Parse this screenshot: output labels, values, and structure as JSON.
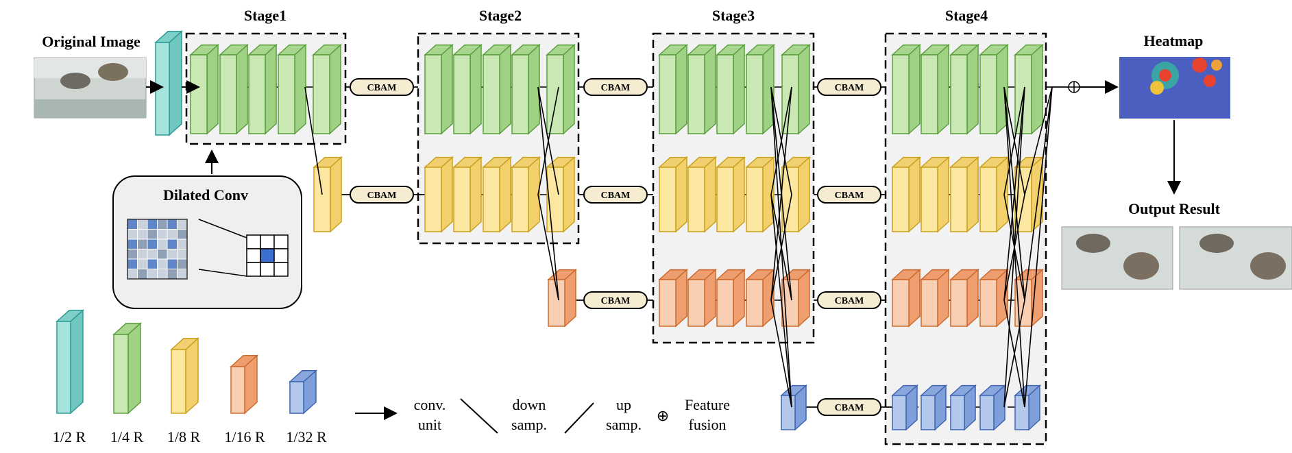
{
  "labels": {
    "original_image": "Original Image",
    "heatmap": "Heatmap",
    "output_result": "Output Result",
    "dilated_conv": "Dilated Conv",
    "cbam": "CBAM"
  },
  "stages": [
    {
      "title": "Stage1"
    },
    {
      "title": "Stage2"
    },
    {
      "title": "Stage3"
    },
    {
      "title": "Stage4"
    }
  ],
  "resolutions": [
    {
      "label": "1/2 R",
      "color": "teal"
    },
    {
      "label": "1/4 R",
      "color": "green"
    },
    {
      "label": "1/8 R",
      "color": "yellow"
    },
    {
      "label": "1/16 R",
      "color": "orange"
    },
    {
      "label": "1/32 R",
      "color": "blue"
    }
  ],
  "legend": {
    "conv_line1": "conv.",
    "conv_line2": "unit",
    "down_line1": "down",
    "down_line2": "samp.",
    "up_line1": "up",
    "up_line2": "samp.",
    "fusion_line1": "Feature",
    "fusion_line2": "fusion",
    "fusion_symbol": "⊕"
  },
  "colors": {
    "teal": {
      "front": "#a6e3df",
      "side": "#6fc7c0",
      "top": "#7fcfc9",
      "stroke": "#2c9c93"
    },
    "green": {
      "front": "#c9e8b4",
      "side": "#9fd284",
      "top": "#a8d68f",
      "stroke": "#5b9e3c"
    },
    "yellow": {
      "front": "#fbe7a0",
      "side": "#f2d06b",
      "top": "#f0d070",
      "stroke": "#c9a11c"
    },
    "orange": {
      "front": "#f9cfb3",
      "side": "#ef9f6f",
      "top": "#ee9e6e",
      "stroke": "#cc6a2c"
    },
    "blue": {
      "front": "#b4c8ec",
      "side": "#7f9fdb",
      "top": "#8aa7dd",
      "stroke": "#3f64b2"
    },
    "cbam_fill": "#f6ecd2",
    "stage_bg": "#f2f2f2"
  }
}
